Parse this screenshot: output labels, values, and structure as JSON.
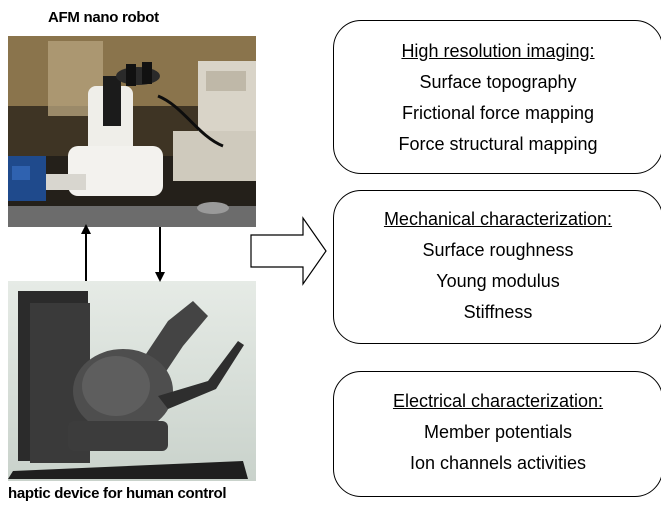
{
  "captions": {
    "afm_robot": "AFM nano robot",
    "haptic_device": "haptic device for human control"
  },
  "boxes": {
    "imaging": {
      "heading": "High resolution imaging:",
      "items": [
        "Surface topography",
        "Frictional force mapping",
        "Force structural mapping"
      ]
    },
    "mechanical": {
      "heading": "Mechanical characterization:",
      "items": [
        "Surface roughness",
        "Young modulus",
        "Stiffness"
      ]
    },
    "electrical": {
      "heading": "Electrical characterization:",
      "items": [
        "Member potentials",
        "Ion channels activities"
      ]
    }
  }
}
